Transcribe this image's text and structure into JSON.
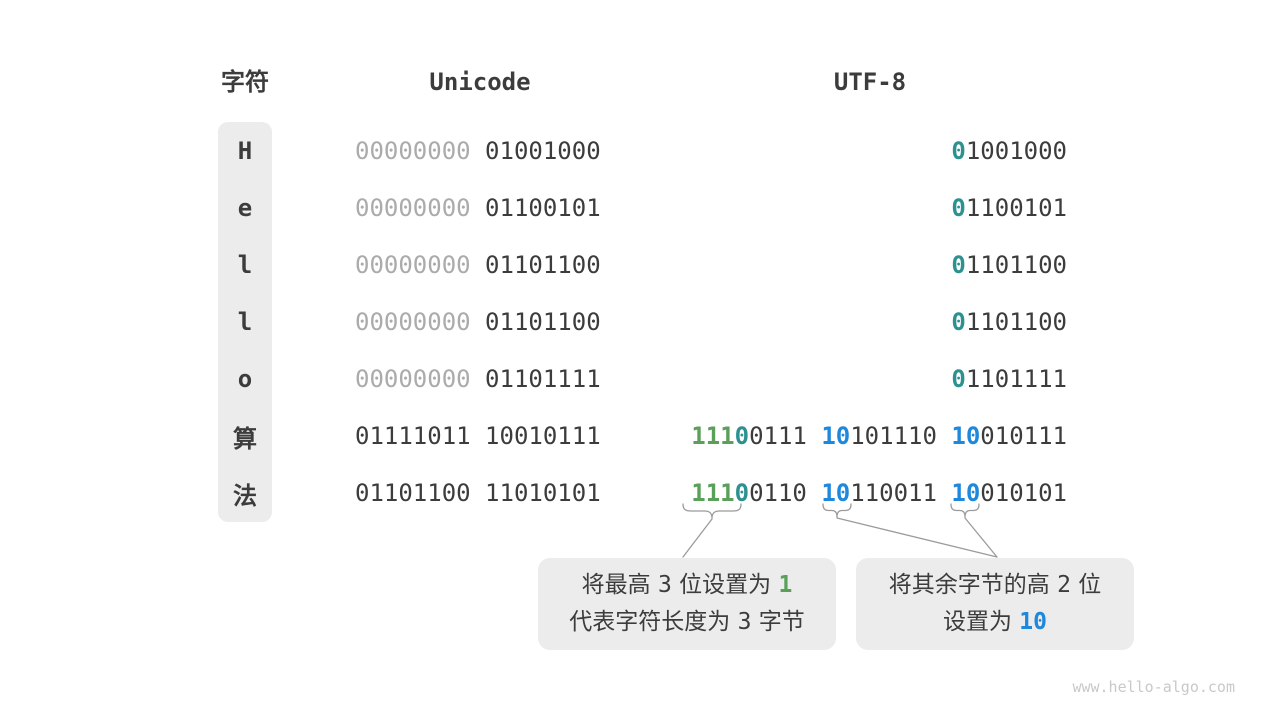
{
  "page": {
    "watermark": "www.hello-algo.com"
  },
  "colors": {
    "background": "#FFFFFF",
    "text_dark": "#3C3C3C",
    "text_gray": "#ABABAB",
    "bit_green": "#5AA05A",
    "bit_teal": "#2D9191",
    "bit_blue": "#1E88DC",
    "box_bg": "#ECECEC",
    "annotation_line": "#9B9B9B",
    "watermark": "#C9C9C9"
  },
  "headers": {
    "char": "字符",
    "unicode": "Unicode",
    "utf8": "UTF-8"
  },
  "rows": [
    {
      "char": "H",
      "char_type": "latin",
      "unicode": [
        {
          "t": "00000000",
          "s": "gray"
        },
        {
          "t": " ",
          "s": "dark"
        },
        {
          "t": "01001000",
          "s": "dark"
        }
      ],
      "utf8": [
        {
          "t": "0",
          "s": "teal"
        },
        {
          "t": "1001000",
          "s": "dark"
        }
      ]
    },
    {
      "char": "e",
      "char_type": "latin",
      "unicode": [
        {
          "t": "00000000",
          "s": "gray"
        },
        {
          "t": " ",
          "s": "dark"
        },
        {
          "t": "01100101",
          "s": "dark"
        }
      ],
      "utf8": [
        {
          "t": "0",
          "s": "teal"
        },
        {
          "t": "1100101",
          "s": "dark"
        }
      ]
    },
    {
      "char": "l",
      "char_type": "latin",
      "unicode": [
        {
          "t": "00000000",
          "s": "gray"
        },
        {
          "t": " ",
          "s": "dark"
        },
        {
          "t": "01101100",
          "s": "dark"
        }
      ],
      "utf8": [
        {
          "t": "0",
          "s": "teal"
        },
        {
          "t": "1101100",
          "s": "dark"
        }
      ]
    },
    {
      "char": "l",
      "char_type": "latin",
      "unicode": [
        {
          "t": "00000000",
          "s": "gray"
        },
        {
          "t": " ",
          "s": "dark"
        },
        {
          "t": "01101100",
          "s": "dark"
        }
      ],
      "utf8": [
        {
          "t": "0",
          "s": "teal"
        },
        {
          "t": "1101100",
          "s": "dark"
        }
      ]
    },
    {
      "char": "o",
      "char_type": "latin",
      "unicode": [
        {
          "t": "00000000",
          "s": "gray"
        },
        {
          "t": " ",
          "s": "dark"
        },
        {
          "t": "01101111",
          "s": "dark"
        }
      ],
      "utf8": [
        {
          "t": "0",
          "s": "teal"
        },
        {
          "t": "1101111",
          "s": "dark"
        }
      ]
    },
    {
      "char": "算",
      "char_type": "cjk",
      "unicode": [
        {
          "t": "01111011",
          "s": "dark"
        },
        {
          "t": " ",
          "s": "dark"
        },
        {
          "t": "10010111",
          "s": "dark"
        }
      ],
      "utf8": [
        {
          "t": "111",
          "s": "green"
        },
        {
          "t": "0",
          "s": "teal"
        },
        {
          "t": "0111",
          "s": "dark"
        },
        {
          "t": " ",
          "s": "dark"
        },
        {
          "t": "10",
          "s": "blue"
        },
        {
          "t": "101110",
          "s": "dark"
        },
        {
          "t": " ",
          "s": "dark"
        },
        {
          "t": "10",
          "s": "blue"
        },
        {
          "t": "010111",
          "s": "dark"
        }
      ]
    },
    {
      "char": "法",
      "char_type": "cjk",
      "unicode": [
        {
          "t": "01101100",
          "s": "dark"
        },
        {
          "t": " ",
          "s": "dark"
        },
        {
          "t": "11010101",
          "s": "dark"
        }
      ],
      "utf8": [
        {
          "t": "111",
          "s": "green"
        },
        {
          "t": "0",
          "s": "teal"
        },
        {
          "t": "0110",
          "s": "dark"
        },
        {
          "t": " ",
          "s": "dark"
        },
        {
          "t": "10",
          "s": "blue"
        },
        {
          "t": "110011",
          "s": "dark"
        },
        {
          "t": " ",
          "s": "dark"
        },
        {
          "t": "10",
          "s": "blue"
        },
        {
          "t": "010101",
          "s": "dark"
        }
      ]
    }
  ],
  "callouts": [
    {
      "lines": [
        [
          {
            "t": "将最高 ",
            "s": "plain"
          },
          {
            "t": "3",
            "s": "num"
          },
          {
            "t": " 位设置为 ",
            "s": "plain"
          },
          {
            "t": "1",
            "s": "green-num"
          }
        ],
        [
          {
            "t": "代表字符长度为 ",
            "s": "plain"
          },
          {
            "t": "3",
            "s": "num"
          },
          {
            "t": " 字节",
            "s": "plain"
          }
        ]
      ]
    },
    {
      "lines": [
        [
          {
            "t": "将其余字节的高 ",
            "s": "plain"
          },
          {
            "t": "2",
            "s": "num"
          },
          {
            "t": " 位",
            "s": "plain"
          }
        ],
        [
          {
            "t": "设置为 ",
            "s": "plain"
          },
          {
            "t": "10",
            "s": "blue-num"
          }
        ]
      ]
    }
  ]
}
